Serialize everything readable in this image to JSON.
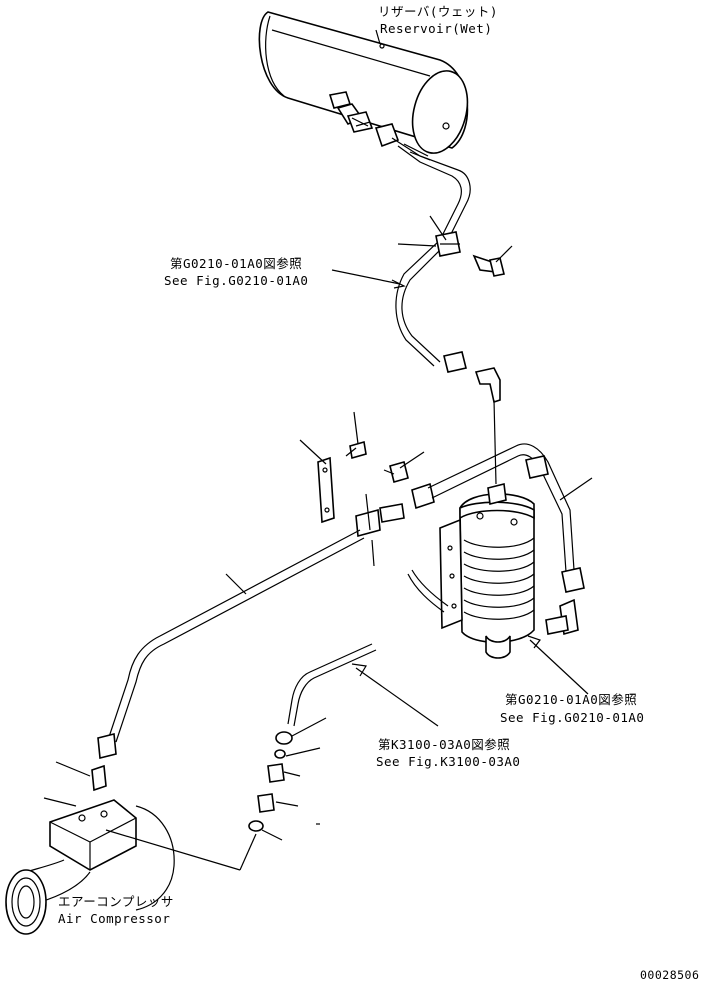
{
  "labels": {
    "reservoir_jp": "リザーバ(ウェット)",
    "reservoir_en": "Reservoir(Wet)",
    "ref_top_jp": "第G0210-01A0図参照",
    "ref_top_en": "See Fig.G0210-01A0",
    "ref_mid_jp": "第G0210-01A0図参照",
    "ref_mid_en": "See Fig.G0210-01A0",
    "ref_low_jp": "第K3100-03A0図参照",
    "ref_low_en": "See Fig.K3100-03A0",
    "compressor_jp": "エアーコンプレッサ",
    "compressor_en": "Air Compressor",
    "drawing_number": "00028506"
  }
}
